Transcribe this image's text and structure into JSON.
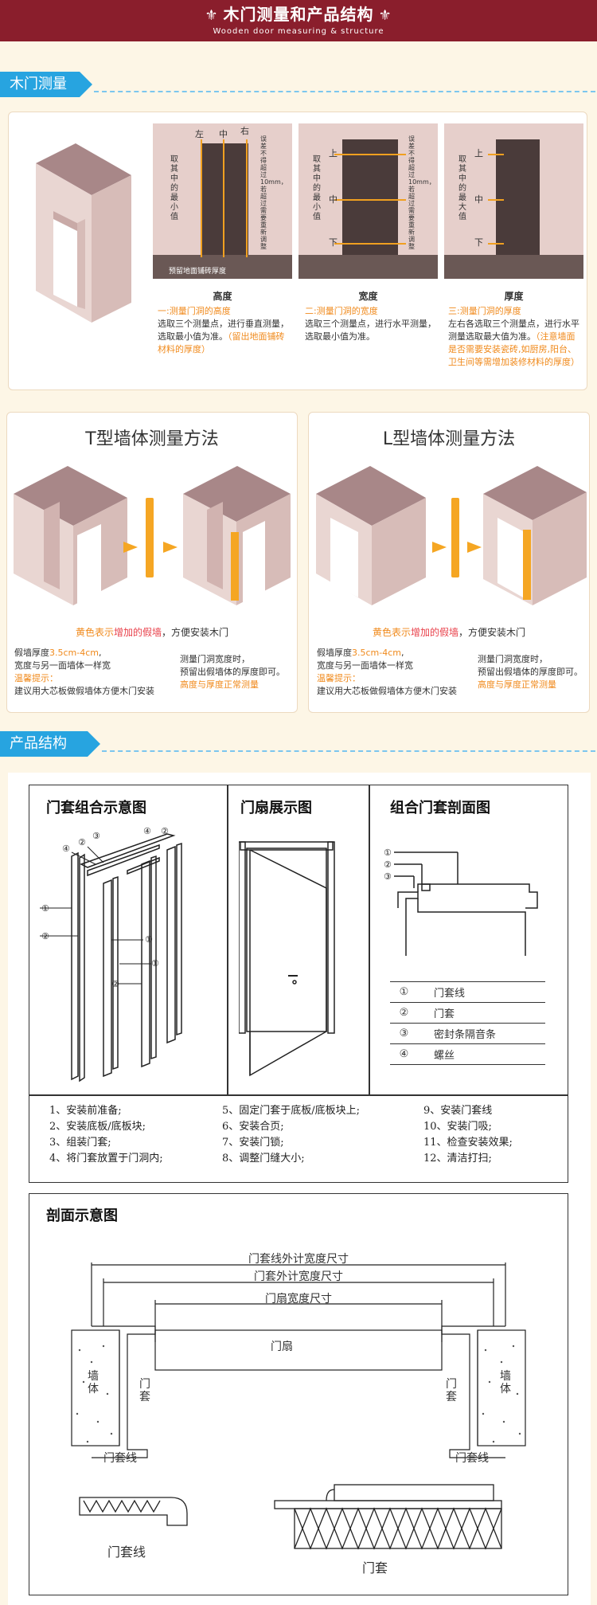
{
  "header": {
    "title": "木门测量和产品结构",
    "subtitle": "Wooden door measuring & structure"
  },
  "section1": {
    "tab": "木门测量"
  },
  "measure": [
    {
      "labels_top": [
        "左",
        "中",
        "右"
      ],
      "side_note": "误差不得超过10mm，若超过需要重新调整",
      "vert_note": "取其中的最小值",
      "floor_note": "预留地面铺砖厚度",
      "caption": "高度",
      "heading": "一:测量门洞的高度",
      "body": "选取三个测量点，进行垂直测量，选取最小值为准。",
      "note": "（留出地面铺砖材料的厚度）"
    },
    {
      "labels_side": [
        "上",
        "中",
        "下"
      ],
      "side_note": "误差不得超过10mm，若超过需要重新调整",
      "vert_note": "取其中的最小值",
      "caption": "宽度",
      "heading": "二:测量门洞的宽度",
      "body": "选取三个测量点，进行水平测量，选取最小值为准。",
      "note": ""
    },
    {
      "labels_side": [
        "上",
        "中",
        "下"
      ],
      "vert_note": "取其中的最大值",
      "caption": "厚度",
      "heading": "三:测量门洞的厚度",
      "body": "左右各选取三个测量点，进行水平测量选取最大值为准。",
      "note": "（注意墙面是否需要安装瓷砖,如厨房,阳台、卫生间等需增加装修材料的厚度）"
    }
  ],
  "wall_methods": [
    {
      "title": "T型墙体测量方法",
      "legend_pre": "黄色表示",
      "legend_hl": "增加的假墙",
      "legend_post": "，方便安装木门",
      "left1_pre": "假墙厚度",
      "left1_hl": "3.5cm-4cm",
      "left1_post": ",",
      "left2": "宽度与另一面墙体一样宽",
      "tip_label": "温馨提示：",
      "tip_body": "建议用大芯板做假墙体方便木门安装",
      "right1": "测量门洞宽度时，",
      "right2": "预留出假墙体的厚度即可。",
      "right3": "高度与厚度正常测量"
    },
    {
      "title": "L型墙体测量方法",
      "legend_pre": "黄色表示",
      "legend_hl": "增加的假墙",
      "legend_post": "，方便安装木门",
      "left1_pre": "假墙厚度",
      "left1_hl": "3.5cm-4cm",
      "left1_post": ",",
      "left2": "宽度与另一面墙体一样宽",
      "tip_label": "温馨提示：",
      "tip_body": "建议用大芯板做假墙体方便木门安装",
      "right1": "测量门洞宽度时，",
      "right2": "预留出假墙体的厚度即可。",
      "right3": "高度与厚度正常测量"
    }
  ],
  "section2": {
    "tab": "产品结构"
  },
  "structure": {
    "col_titles": [
      "门套组合示意图",
      "门扇展示图",
      "组合门套剖面图"
    ],
    "legend": [
      {
        "num": "①",
        "text": "门套线"
      },
      {
        "num": "②",
        "text": "门套"
      },
      {
        "num": "③",
        "text": "密封条隔音条"
      },
      {
        "num": "④",
        "text": "螺丝"
      }
    ],
    "steps": [
      [
        "1、安装前准备;",
        "5、固定门套于底板/底板块上;",
        "9、安装门套线"
      ],
      [
        "2、安装底板/底板块;",
        "6、安装合页;",
        "10、安装门吸;"
      ],
      [
        "3、组装门套;",
        "7、安装门锁;",
        "11、检查安装效果;"
      ],
      [
        "4、将门套放置于门洞内;",
        "8、调整门缝大小;",
        "12、清洁打扫;"
      ]
    ]
  },
  "section_view": {
    "title": "剖面示意图",
    "dim1": "门套线外计宽度尺寸",
    "dim2": "门套外计宽度尺寸",
    "dim3": "门扇宽度尺寸",
    "door": "门扇",
    "wall_l": "墙体",
    "wall_r": "墙体",
    "jamb_l": "门套",
    "jamb_r": "门套",
    "trim_l": "门套线",
    "trim_r": "门套线",
    "bottom_l": "门套线",
    "bottom_r": "门套"
  },
  "colors": {
    "header_bg": "#8a1e2c",
    "tab_bg": "#27a4e0",
    "accent_orange": "#f08a1c",
    "fake_wall_yellow": "#f5a623",
    "wall_face": "#e9d6d2",
    "wall_top": "#a88788"
  }
}
